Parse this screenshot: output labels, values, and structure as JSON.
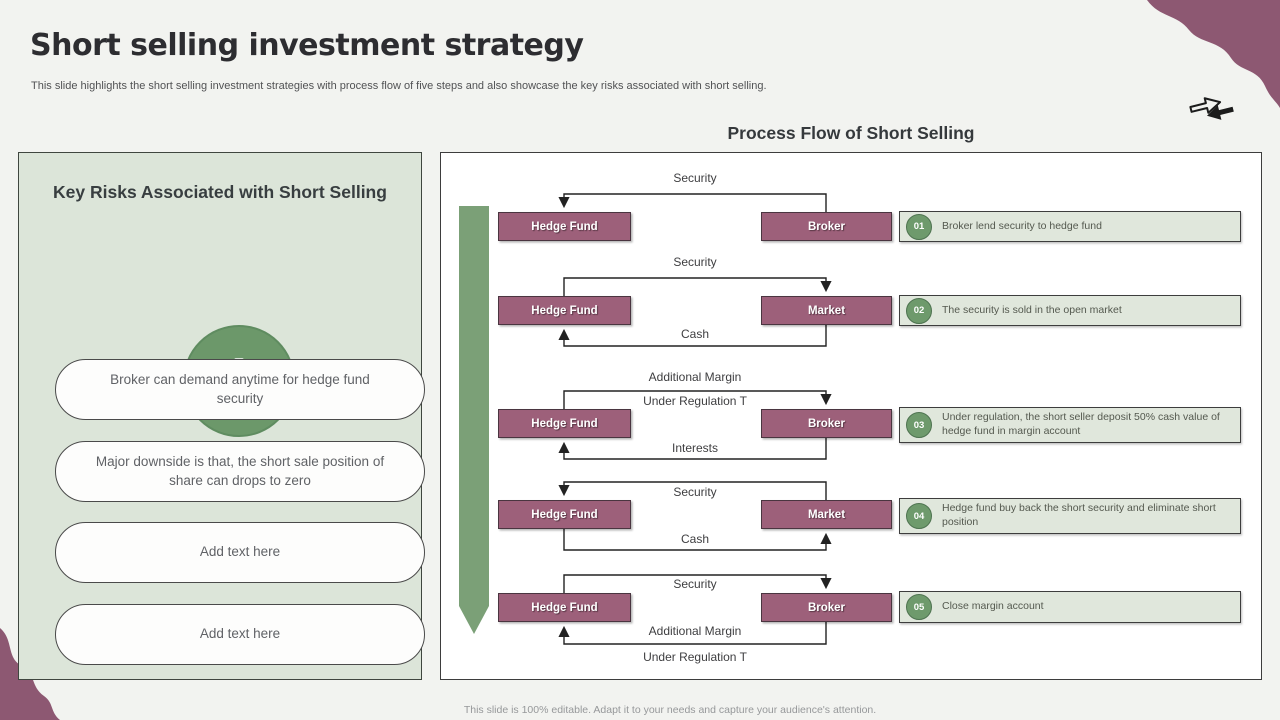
{
  "slide": {
    "title": "Short selling investment strategy",
    "subtitle": "This slide highlights the short selling investment strategies with process flow of five steps and also showcase the key risks associated with short selling.",
    "footer": "This slide is 100% editable. Adapt it to your needs and capture your audience's attention."
  },
  "key_risks": {
    "title": "Key Risks Associated with Short Selling",
    "icon": "clipboard-warning-icon",
    "items": [
      "Broker can demand anytime for hedge fund security",
      "Major downside is that, the short sale position of share can drops to zero",
      "Add text here",
      "Add text here"
    ]
  },
  "process_flow": {
    "title": "Process Flow of Short Selling",
    "rows": [
      {
        "left": "Hedge Fund",
        "right": "Broker",
        "labels": {
          "top": "Security"
        }
      },
      {
        "left": "Hedge Fund",
        "right": "Market",
        "labels": {
          "top": "Security",
          "bottom": "Cash"
        }
      },
      {
        "left": "Hedge Fund",
        "right": "Broker",
        "labels": {
          "top": "Additional Margin",
          "top_sub": "Under Regulation T",
          "bottom": "Interests"
        }
      },
      {
        "left": "Hedge Fund",
        "right": "Market",
        "labels": {
          "top": "Security",
          "bottom": "Cash"
        }
      },
      {
        "left": "Hedge Fund",
        "right": "Broker",
        "labels": {
          "top": "Security",
          "bottom": "Additional Margin",
          "bottom_sub": "Under Regulation T"
        }
      }
    ],
    "steps": [
      {
        "num": "01",
        "text": "Broker lend security to hedge fund"
      },
      {
        "num": "02",
        "text": "The security is sold in the open market"
      },
      {
        "num": "03",
        "text": "Under regulation, the short seller deposit 50% cash value of hedge fund in margin account"
      },
      {
        "num": "04",
        "text": "Hedge fund buy back the short security and eliminate short position"
      },
      {
        "num": "05",
        "text": "Close margin account"
      }
    ]
  },
  "colors": {
    "accent_green": "#6c986a",
    "accent_mauve": "#9d607a",
    "corner_blob": "#8d5872",
    "panel_green": "#dce5d9"
  }
}
